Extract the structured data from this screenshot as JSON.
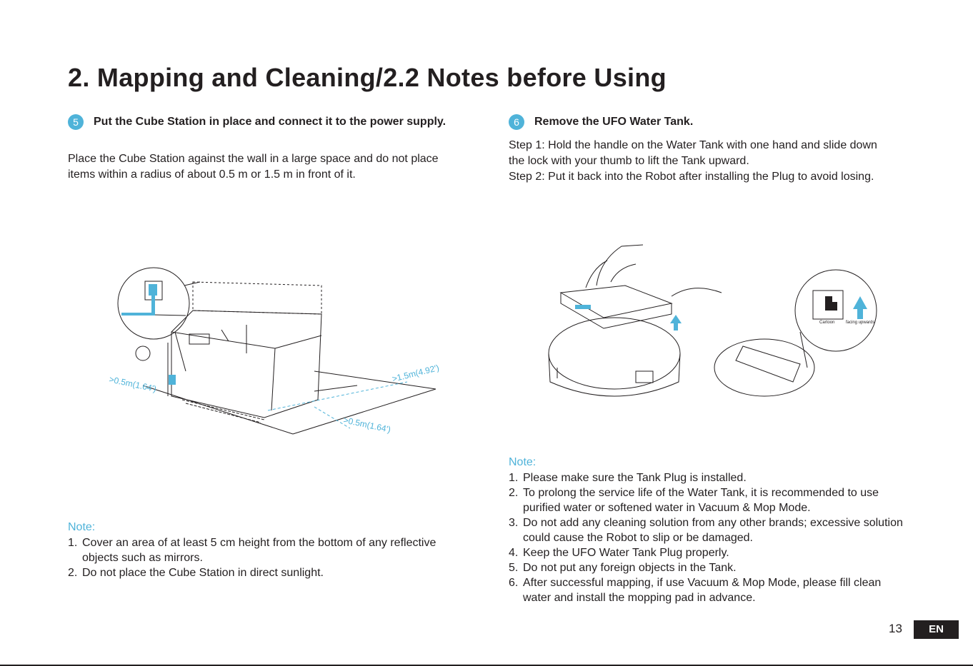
{
  "title": "2. Mapping and Cleaning/2.2 Notes before Using",
  "left": {
    "step_number": "5",
    "heading": "Put the Cube Station in place and connect it to the power supply.",
    "body": "Place the Cube Station against the wall in a large space and do not place items within a radius of about 0.5 m or 1.5 m in front of it.",
    "figure_labels": {
      "left_distance": ">0.5m(1.64')",
      "front_distance": ">1.5m(4.92')",
      "right_distance": ">0.5m(1.64')"
    },
    "note_title": "Note:",
    "notes": [
      {
        "num": "1.",
        "text": "Cover an area of at least 5 cm height from the bottom of any reflective objects such as mirrors."
      },
      {
        "num": "2.",
        "text": "Do not place the Cube Station in direct sunlight."
      }
    ]
  },
  "right": {
    "step_number": "6",
    "heading": "Remove the UFO Water Tank.",
    "steps": [
      "Step 1: Hold the handle on the Water Tank with one hand and slide down the lock with your thumb to lift the Tank upward.",
      "Step 2: Put it back into the Robot after installing the Plug to avoid losing."
    ],
    "figure_labels": {
      "label_a": "Cartoon",
      "label_b": "facing upwards"
    },
    "note_title": "Note:",
    "notes": [
      {
        "num": "1.",
        "text": "Please make sure the Tank Plug is installed."
      },
      {
        "num": "2.",
        "text": "To prolong the service life of the Water Tank, it is recommended to use purified water or softened water in Vacuum & Mop Mode."
      },
      {
        "num": "3.",
        "text": "Do not add any cleaning solution from any other brands; excessive solution could cause the Robot to slip or be damaged."
      },
      {
        "num": "4.",
        "text": "Keep the UFO Water Tank Plug properly."
      },
      {
        "num": "5.",
        "text": "Do not put any foreign objects in the Tank."
      },
      {
        "num": "6.",
        "text": "After successful mapping, if use Vacuum & Mop Mode, please fill clean water and install the mopping pad in advance."
      }
    ]
  },
  "footer": {
    "page_number": "13",
    "language": "EN"
  },
  "colors": {
    "accent": "#4fb3d9",
    "text": "#231f20"
  }
}
